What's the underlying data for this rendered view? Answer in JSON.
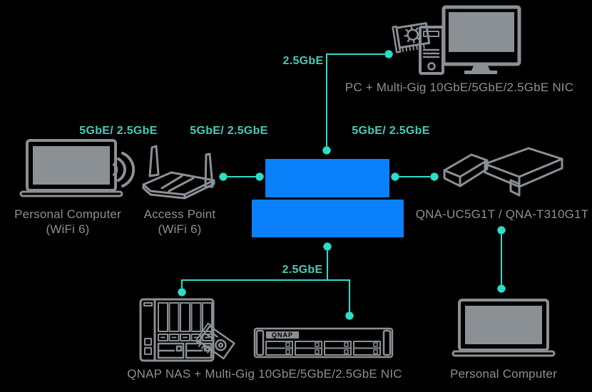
{
  "diagram": {
    "colors": {
      "background": "#000000",
      "device_gray": "#8b9095",
      "label_gray": "#8b9094",
      "speed_label_teal": "#4cc8bb",
      "wire_teal": "#2eddc9",
      "switch_blue": "#0a80fa"
    },
    "speed_labels": {
      "wifi_link": "5GbE/ 2.5GbE",
      "ap_to_switch": "5GbE/ 2.5GbE",
      "switch_to_adapters": "5GbE/ 2.5GbE",
      "switch_to_pc": "2.5GbE",
      "switch_to_nas": "2.5GbE"
    },
    "nodes": {
      "pc_nic": "PC + Multi-Gig 10GbE/5GbE/2.5GbE NIC",
      "laptop_wifi_line1": "Personal Computer",
      "laptop_wifi_line2": "(WiFi 6)",
      "access_point_line1": "Access Point",
      "access_point_line2": "(WiFi 6)",
      "adapters": "QNA-UC5G1T / QNA-T310G1T",
      "nas": "QNAP NAS + Multi-Gig 10GbE/5GbE/2.5GbE NIC",
      "nas_brand": "QNAP",
      "laptop_right": "Personal Computer"
    }
  }
}
